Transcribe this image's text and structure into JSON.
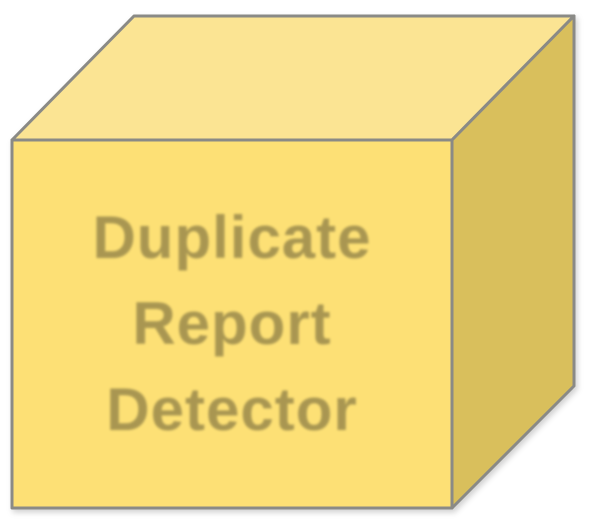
{
  "block": {
    "label_lines": [
      "Duplicate",
      "Report",
      "Detector"
    ]
  },
  "colors": {
    "front_face": "#fde074",
    "top_face": "#fbe493",
    "side_face": "#d9bf5c",
    "edge": "#8a8a86",
    "label_text": "#a08f4e"
  }
}
